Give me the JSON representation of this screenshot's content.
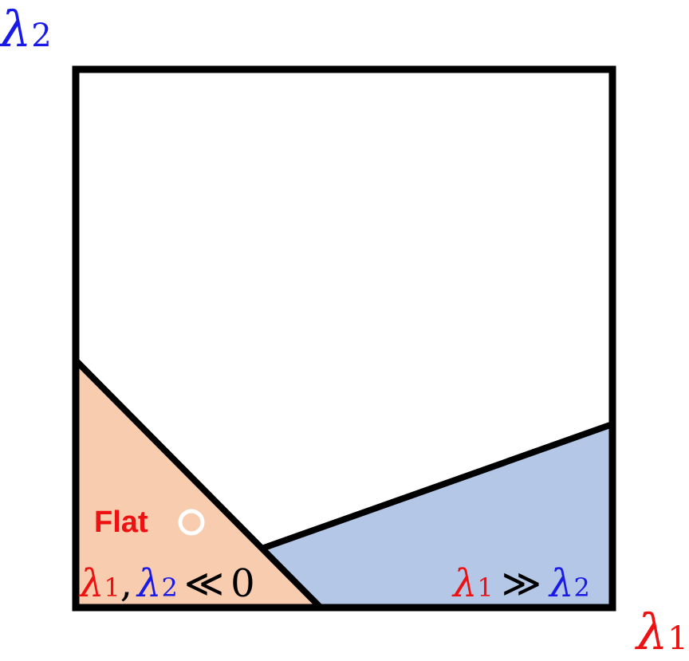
{
  "axes": {
    "x_axis": {
      "symbol": "λ",
      "subscript": "1",
      "color": "#ee1111"
    },
    "y_axis": {
      "symbol": "λ",
      "subscript": "2",
      "color": "#1a1ae6"
    }
  },
  "regions": {
    "flat": {
      "fill": "#f8ccaf",
      "label": "Flat",
      "label_color": "#ee1111",
      "condition": {
        "a_symbol": "λ",
        "a_sub": "1",
        "sep": ",",
        "b_symbol": "λ",
        "b_sub": "2",
        "relation": "≪",
        "rhs": "0"
      }
    },
    "edge": {
      "fill": "#b4c7e7",
      "condition": {
        "a_symbol": "λ",
        "a_sub": "1",
        "relation": "≫",
        "b_symbol": "λ",
        "b_sub": "2"
      }
    }
  },
  "colors": {
    "lambda1": "#ee1111",
    "lambda2": "#1a1ae6",
    "outline": "#000000",
    "marker": "#ffffff"
  }
}
